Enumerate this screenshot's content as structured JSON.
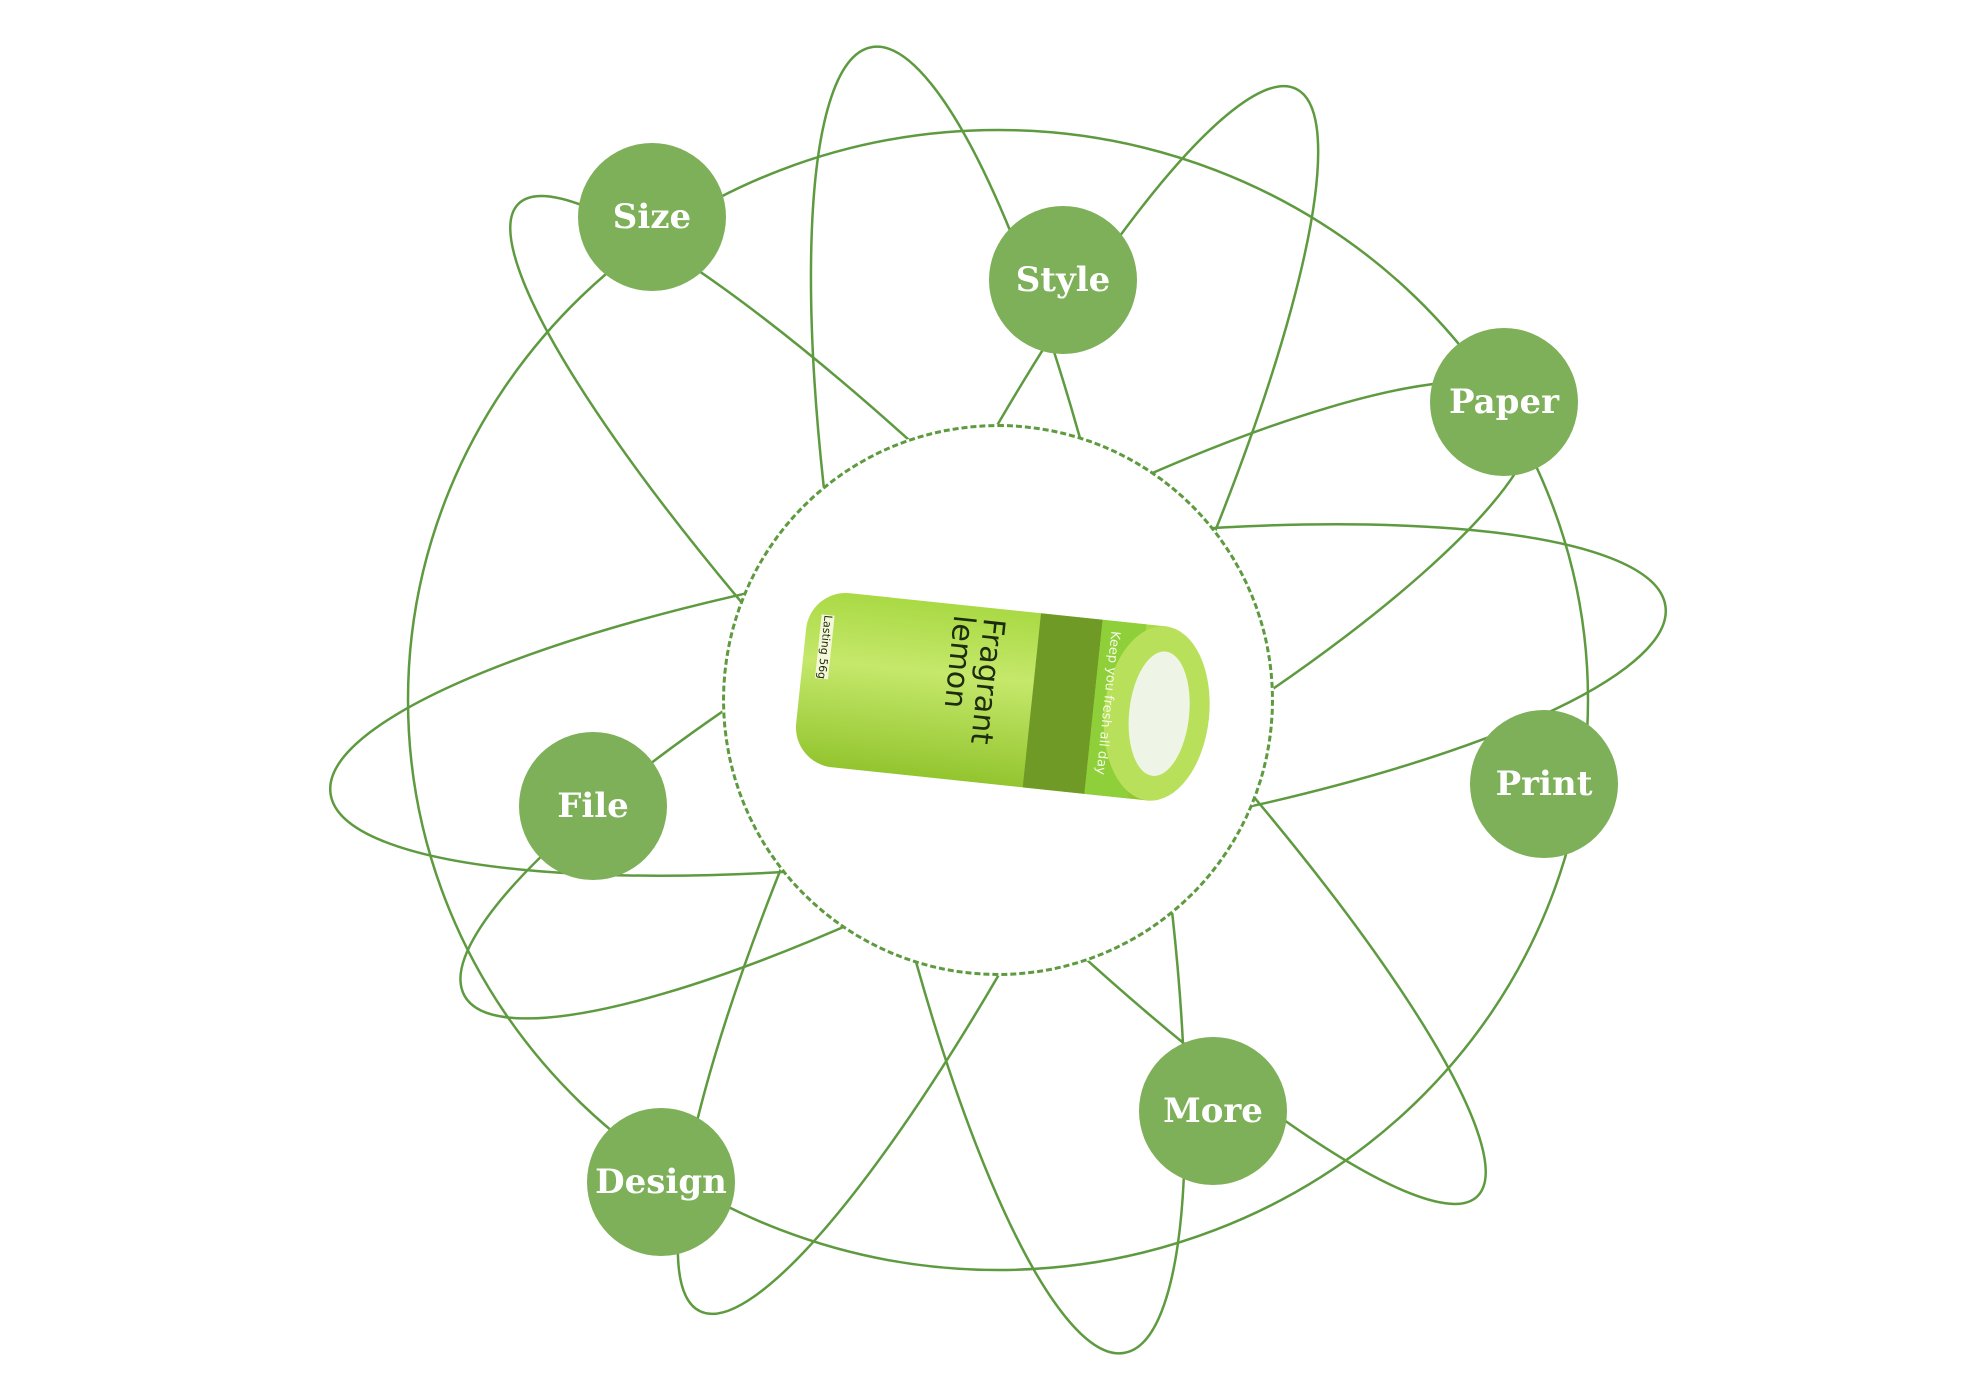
{
  "nodes": [
    {
      "id": "size",
      "label": "Size"
    },
    {
      "id": "style",
      "label": "Style"
    },
    {
      "id": "paper",
      "label": "Paper"
    },
    {
      "id": "print",
      "label": "Print"
    },
    {
      "id": "more",
      "label": "More"
    },
    {
      "id": "design",
      "label": "Design"
    },
    {
      "id": "file",
      "label": "File"
    }
  ],
  "product": {
    "title": "Fragrant lemon",
    "tagline": "Keep you fresh all day",
    "side_label": "Lasting 56g",
    "accent": "#7db058",
    "line_color": "#5e9a3f"
  }
}
